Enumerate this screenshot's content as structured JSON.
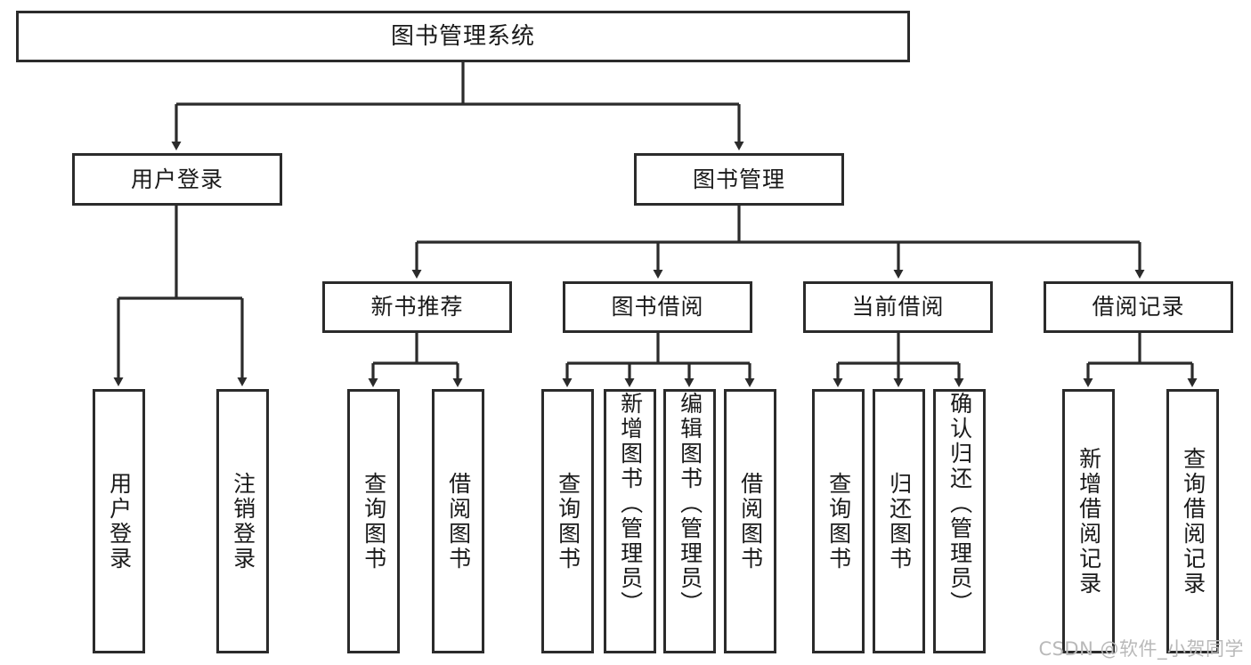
{
  "diagram": {
    "title": "图书管理系统",
    "type": "tree",
    "line_color": "#2b2b2b",
    "box_fill": "#ffffff",
    "text_color": "#1a1a1a",
    "watermark": "CSDN @软件_小贺同学"
  },
  "nodes": {
    "root": {
      "label": "图书管理系统"
    },
    "level2": [
      {
        "label": "用户登录"
      },
      {
        "label": "图书管理"
      }
    ],
    "level3": [
      {
        "label": "新书推荐"
      },
      {
        "label": "图书借阅"
      },
      {
        "label": "当前借阅"
      },
      {
        "label": "借阅记录"
      }
    ],
    "leaves": {
      "user_login": [
        {
          "label": "用户登录"
        },
        {
          "label": "注销登录"
        }
      ],
      "new_book_recommend": [
        {
          "label": "查询图书"
        },
        {
          "label": "借阅图书"
        }
      ],
      "book_borrow": [
        {
          "label": "查询图书"
        },
        {
          "label": "新增图书（管理员）"
        },
        {
          "label": "编辑图书（管理员）"
        },
        {
          "label": "借阅图书"
        }
      ],
      "current_borrow": [
        {
          "label": "查询图书"
        },
        {
          "label": "归还图书"
        },
        {
          "label": "确认归还（管理员）"
        }
      ],
      "borrow_record": [
        {
          "label": "新增借阅记录"
        },
        {
          "label": "查询借阅记录"
        }
      ]
    }
  }
}
